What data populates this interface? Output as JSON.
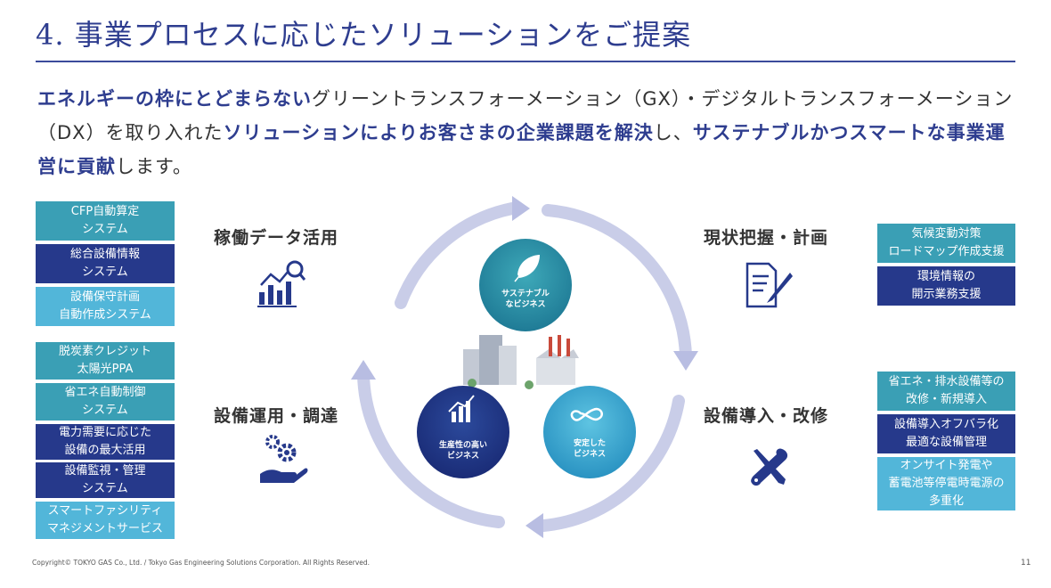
{
  "title": "4. 事業プロセスに応じたソリューションをご提案",
  "intro": {
    "p1_hl": "エネルギーの枠にとどまらない",
    "p1": "グリーントランスフォーメーション（GX）・デジタルトランスフォーメーション（DX）を取り入れた",
    "p2_hl": "ソリューションによりお客さまの企業課題を解決",
    "p3": "し、",
    "p4_hl": "サステナブルかつスマートな事業運営に貢献",
    "p5": "します。"
  },
  "left_boxes": [
    {
      "label": "CFP自動算定\nシステム"
    },
    {
      "label": "総合設備情報\nシステム"
    },
    {
      "label": "設備保守計画\n自動作成システム"
    },
    {
      "label": "脱炭素クレジット\n太陽光PPA"
    },
    {
      "label": "省エネ自動制御\nシステム"
    },
    {
      "label": "電力需要に応じた\n設備の最大活用"
    },
    {
      "label": "設備監視・管理\nシステム"
    },
    {
      "label": "スマートファシリティ\nマネジメントサービス"
    }
  ],
  "right_boxes": [
    {
      "label": "気候変動対策\nロードマップ作成支援"
    },
    {
      "label": "環境情報の\n開示業務支援"
    },
    {
      "label": "省エネ・排水設備等の\n改修・新規導入"
    },
    {
      "label": "設備導入オフバラ化\n最適な設備管理"
    },
    {
      "label": "オンサイト発電や\n蓄電池等停電時電源の\n多重化"
    }
  ],
  "phases": {
    "data": "稼働データ活用",
    "plan": "現状把握・計画",
    "ops": "設備運用・調達",
    "install": "設備導入・改修"
  },
  "circles": {
    "sustainable": [
      "サステナブル",
      "なビジネス"
    ],
    "productive": [
      "生産性の高い",
      "ビジネス"
    ],
    "stable": [
      "安定した",
      "ビジネス"
    ]
  },
  "colors": {
    "navy": "#26398b",
    "teal": "#3a9fb5",
    "light_blue": "#52b6d9",
    "accent": "#2e3d8f"
  },
  "footer": {
    "copyright": "Copyright© TOKYO GAS Co., Ltd. / Tokyo Gas Engineering Solutions Corporation. All Rights Reserved.",
    "page": "11"
  }
}
